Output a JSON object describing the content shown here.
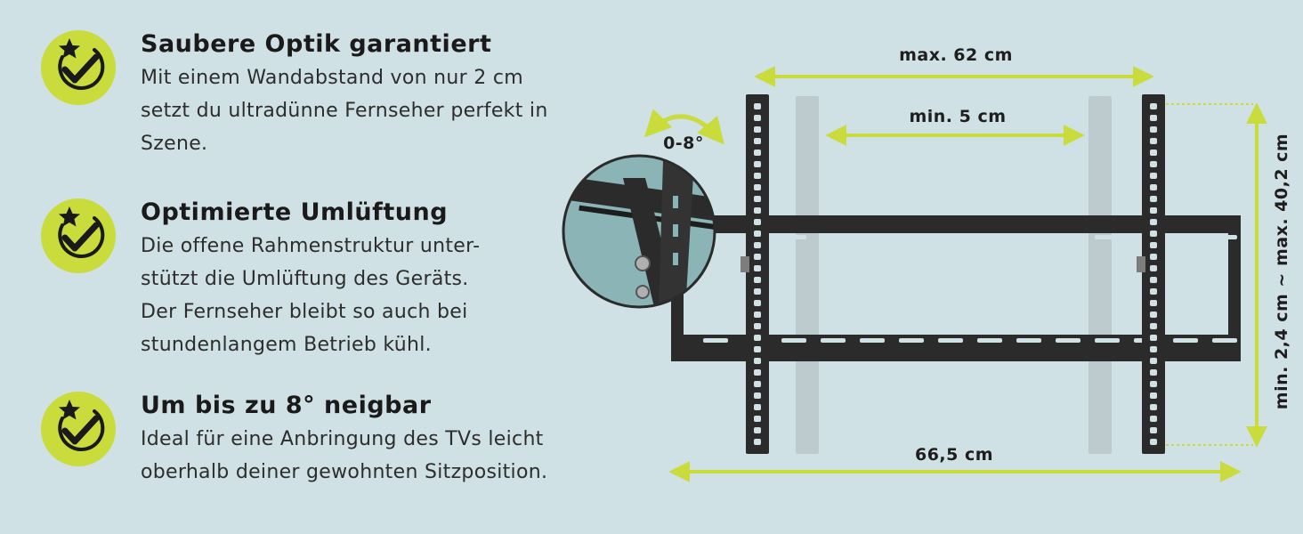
{
  "colors": {
    "background": "#cfe1e4",
    "accent": "#c9dc3c",
    "bracket": "#2b2b2b",
    "detail_circle": "#8bb4b7"
  },
  "features": [
    {
      "icon": "star-check-icon",
      "title": "Saubere Optik garantiert",
      "lines": [
        "Mit einem Wandabstand von nur 2 cm",
        "setzt du ultradünne Fernseher perfekt in",
        "Szene."
      ]
    },
    {
      "icon": "star-check-icon",
      "title": "Optimierte Umlüftung",
      "lines": [
        "Die offene Rahmenstruktur unter-",
        "stützt die Umlüftung des Geräts.",
        "Der Fernseher bleibt so auch bei",
        "stundenlangem Betrieb kühl."
      ]
    },
    {
      "icon": "star-check-icon",
      "title": "Um bis zu 8° neigbar",
      "lines": [
        "Ideal für eine Anbringung des TVs leicht",
        "oberhalb deiner gewohnten Sitzposition."
      ]
    }
  ],
  "diagram": {
    "max_width": "max. 62 cm",
    "min_width": "min. 5 cm",
    "tilt": "0-8°",
    "total_width": "66,5 cm",
    "height": "min. 2,4 cm ~ max. 40,2 cm"
  }
}
